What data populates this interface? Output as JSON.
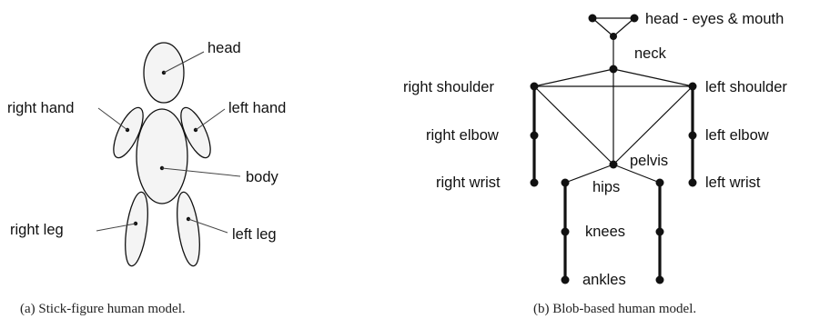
{
  "panel_a": {
    "labels": {
      "head": "head",
      "right_hand": "right hand",
      "left_hand": "left hand",
      "body": "body",
      "right_leg": "right leg",
      "left_leg": "left leg"
    },
    "caption": "(a) Stick-figure human model."
  },
  "panel_b": {
    "labels": {
      "head": "head - eyes & mouth",
      "neck": "neck",
      "right_shoulder": "right shoulder",
      "left_shoulder": "left shoulder",
      "right_elbow": "right elbow",
      "left_elbow": "left elbow",
      "pelvis": "pelvis",
      "right_wrist": "right wrist",
      "hips": "hips",
      "left_wrist": "left wrist",
      "knees": "knees",
      "ankles": "ankles"
    },
    "caption": "(b) Blob-based human model."
  }
}
